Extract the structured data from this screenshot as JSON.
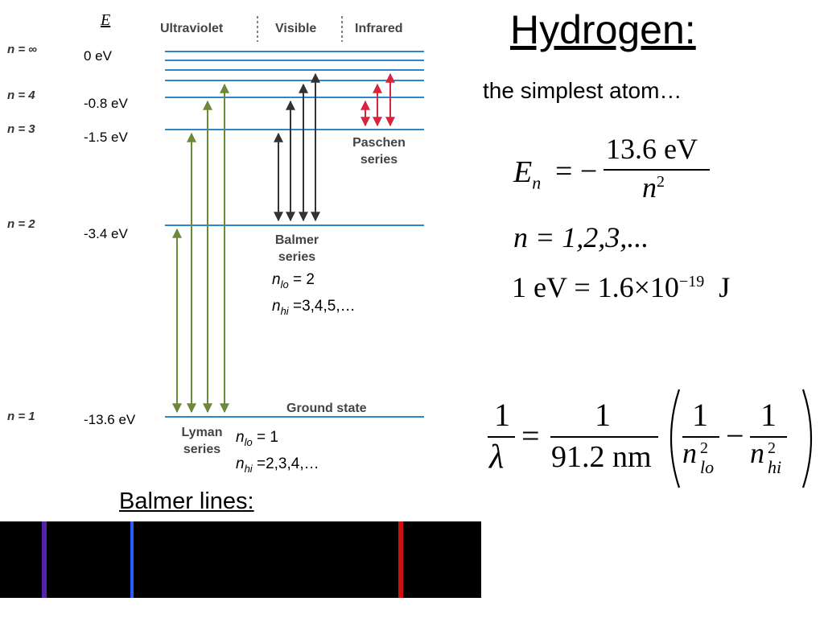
{
  "diagram": {
    "energy_axis_label": "E",
    "regions": {
      "uv": "Ultraviolet",
      "visible": "Visible",
      "ir": "Infrared"
    },
    "levels": [
      {
        "n_label": "n = ∞",
        "energy": "0 eV"
      },
      {
        "n_label": "n = 4",
        "energy": "-0.8 eV"
      },
      {
        "n_label": "n = 3",
        "energy": "-1.5 eV"
      },
      {
        "n_label": "n = 2",
        "energy": "-3.4 eV"
      },
      {
        "n_label": "n = 1",
        "energy": "-13.6 eV"
      }
    ],
    "ground_state_label": "Ground state",
    "series": {
      "lyman": {
        "line1": "Lyman",
        "line2": "series",
        "n_lo_value": "= 1",
        "n_hi_value": "=2,3,4,…"
      },
      "balmer": {
        "line1": "Balmer",
        "line2": "series",
        "n_lo_value": "= 2",
        "n_hi_value": "=3,4,5,…"
      },
      "paschen": {
        "line1": "Paschen",
        "line2": "series"
      }
    },
    "n_symbol": "n",
    "lo_subscript": "lo",
    "hi_subscript": "hi",
    "colors": {
      "level_line": "#2e86c9",
      "lyman": "#6a8a3a",
      "balmer": "#333333",
      "paschen": "#d8243c"
    }
  },
  "header": {
    "title": "Hydrogen:",
    "subtitle": "the simplest atom…"
  },
  "equations": {
    "energy": {
      "lhs": "E",
      "lhs_sub": "n",
      "equals": "= −",
      "numerator": "13.6 eV",
      "denominator": "n",
      "den_exp": "2"
    },
    "n_values": "n = 1,2,3,...",
    "conversion": {
      "lhs": "1 eV = 1.6×10",
      "exp": "−19",
      "unit": "J"
    },
    "rydberg": {
      "lhs_num": "1",
      "lhs_den": "λ",
      "equals": "=",
      "c_num": "1",
      "c_den": "91.2 nm",
      "t1_num": "1",
      "t1_den": "n",
      "t1_sub": "lo",
      "t1_exp": "2",
      "minus": "−",
      "t2_num": "1",
      "t2_den": "n",
      "t2_sub": "hi",
      "t2_exp": "2"
    }
  },
  "spectrum": {
    "title": "Balmer lines:",
    "lines": [
      {
        "color": "#5522aa"
      },
      {
        "color": "#2a5cff"
      },
      {
        "color": "#d01010"
      }
    ]
  }
}
